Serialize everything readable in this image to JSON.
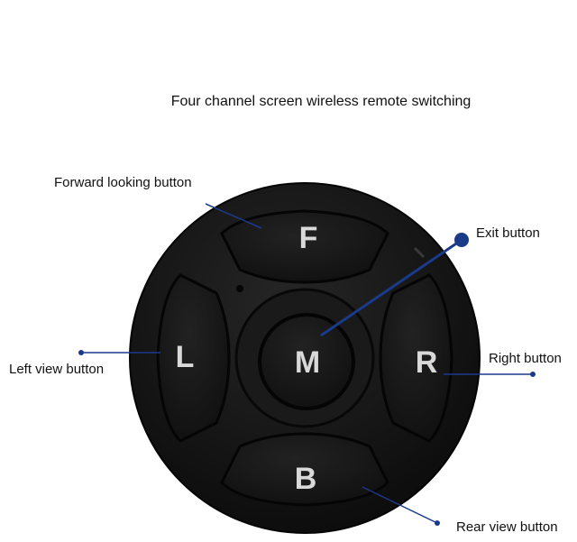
{
  "title": "Four channel screen wireless remote switching",
  "labels": {
    "forward": "Forward looking button",
    "exit": "Exit button",
    "left": "Left view button",
    "right": "Right button",
    "rear": "Rear view button"
  },
  "keys": {
    "forward": "F",
    "left": "L",
    "center": "M",
    "right": "R",
    "back": "B"
  },
  "colors": {
    "callout": "#1a3a8a",
    "body": "#161616",
    "key_text": "#d9d9d9"
  }
}
